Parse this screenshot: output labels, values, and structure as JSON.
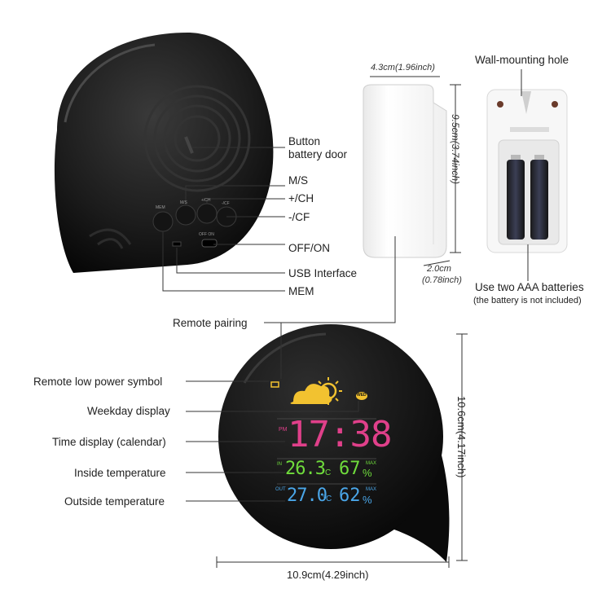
{
  "back_labels": {
    "button_battery_door_line1": "Button",
    "button_battery_door_line2": "battery door",
    "ms": "M/S",
    "ch_plus": "+/CH",
    "cf_minus": "-/CF",
    "off_on": "OFF/ON",
    "usb_interface": "USB Interface",
    "mem": "MEM"
  },
  "back_button_marks": {
    "mem": "MEM",
    "ms": "M/S",
    "ch": "+/CH",
    "cf": "-/CF",
    "switch": "OFF ON"
  },
  "sensor_dims": {
    "width": "4.3cm(1.96inch)",
    "height": "9.5cm(3.74inch)",
    "depth_line1": "2.0cm",
    "depth_line2": "(0.78inch)"
  },
  "sensor_back": {
    "wall_hole": "Wall-mounting hole",
    "batteries_line1": "Use two AAA batteries",
    "batteries_line2": "(the battery is not included)"
  },
  "front_labels": {
    "remote_pairing": "Remote pairing",
    "remote_low_power": "Remote low power symbol",
    "weekday_display": "Weekday display",
    "time_display": "Time display (calendar)",
    "inside_temp": "Inside temperature",
    "outside_temp": "Outside temperature"
  },
  "front_dims": {
    "height": "10.6cm(4.17inch)",
    "width": "10.9cm(4.29inch)"
  },
  "display": {
    "pm": "PM",
    "time": "17:38",
    "in": "IN",
    "in_temp": "26.3",
    "in_unit": "°C",
    "in_hum": "67",
    "out": "OUT",
    "out_temp": "27.0",
    "out_unit": "°C",
    "out_hum": "62",
    "pct": "%",
    "max": "MAX",
    "weekday": "WED"
  },
  "colors": {
    "time": "#e0408a",
    "inside": "#6fdc3c",
    "outside": "#4aa6e8",
    "sun": "#f2c230"
  }
}
